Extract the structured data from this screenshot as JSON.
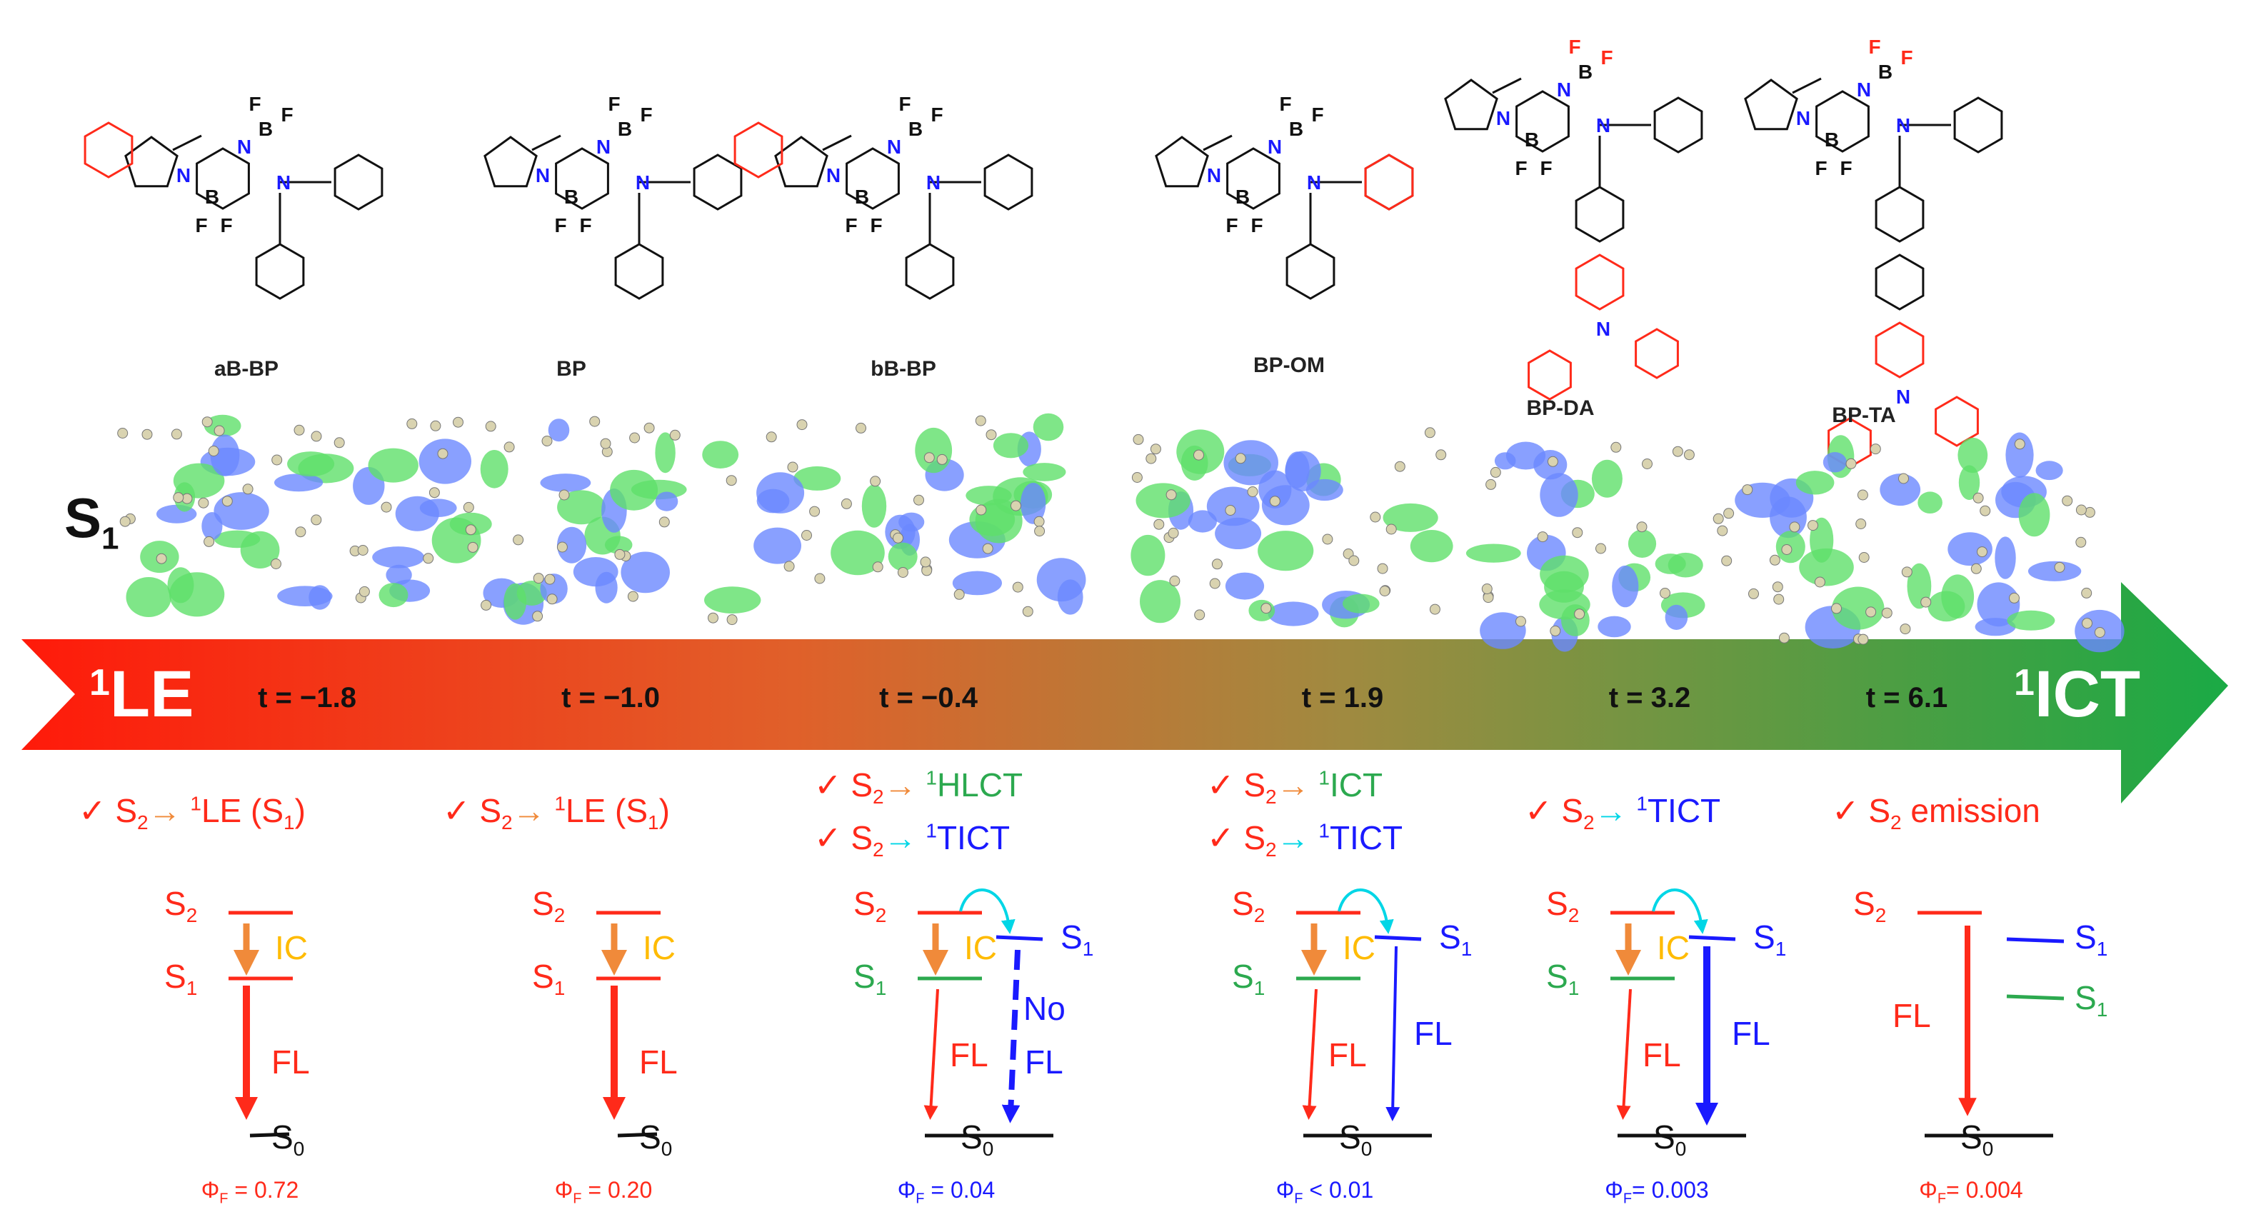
{
  "colors": {
    "red": "#ff2a1a",
    "orange": "#f08a3a",
    "green": "#2ca94f",
    "blue": "#1a1aff",
    "cyan": "#00d6e6",
    "ic_yellow": "#ffbb00",
    "black": "#111111",
    "arrow_start": "#ff1a0a",
    "arrow_end": "#1aaa45",
    "orbital_blue": "#6b88ff",
    "orbital_green": "#5fe06a"
  },
  "molecules": [
    {
      "name": "aB-BP"
    },
    {
      "name": "BP"
    },
    {
      "name": "bB-BP"
    },
    {
      "name": "BP-OM"
    },
    {
      "name": "BP-DA"
    },
    {
      "name": "BP-TA"
    }
  ],
  "structure_atoms": {
    "N": "N",
    "B": "B",
    "F": "F"
  },
  "s1_label": {
    "main": "S",
    "sub": "1"
  },
  "arrow": {
    "start_label": {
      "sup": "1",
      "main": "LE"
    },
    "end_label": {
      "sup": "1",
      "main": "ICT"
    }
  },
  "t_values": [
    "t = −1.8",
    "t = −1.0",
    "t = −0.4",
    "t = 1.9",
    "t = 3.2",
    "t = 6.1"
  ],
  "pathways": [
    [
      {
        "check": "✓",
        "from": "S",
        "from_sub": "2",
        "arrow": "→",
        "to_sup": "1",
        "to": "LE (S",
        "to_sub": "1",
        "tail": ")"
      }
    ],
    [
      {
        "check": "✓",
        "from": "S",
        "from_sub": "2",
        "arrow": "→",
        "to_sup": "1",
        "to": "LE (S",
        "to_sub": "1",
        "tail": ")"
      }
    ],
    [
      {
        "check": "✓",
        "from": "S",
        "from_sub": "2",
        "arrow": "→",
        "to_sup": "1",
        "to": "HLCT"
      },
      {
        "check": "✓",
        "from": "S",
        "from_sub": "2",
        "arrow": "→",
        "to_sup": "1",
        "to": "TICT"
      }
    ],
    [
      {
        "check": "✓",
        "from": "S",
        "from_sub": "2",
        "arrow": "→",
        "to_sup": "1",
        "to": "ICT"
      },
      {
        "check": "✓",
        "from": "S",
        "from_sub": "2",
        "arrow": "→",
        "to_sup": "1",
        "to": "TICT"
      }
    ],
    [
      {
        "check": "✓",
        "from": "S",
        "from_sub": "2",
        "arrow": "→",
        "to_sup": "1",
        "to": "TICT"
      }
    ],
    [
      {
        "check": "✓",
        "from": "S",
        "from_sub": "2",
        "emission": "emission"
      }
    ]
  ],
  "diagram_labels": {
    "s2": {
      "main": "S",
      "sub": "2"
    },
    "s1": {
      "main": "S",
      "sub": "1"
    },
    "s0": {
      "main": "S",
      "sub": "0"
    },
    "ic": "IC",
    "fl": "FL",
    "no": "No"
  },
  "quantum_yields": [
    {
      "symbol": "Φ",
      "sub": "F",
      "text": " = 0.72"
    },
    {
      "symbol": "Φ",
      "sub": "F",
      "text": " = 0.20"
    },
    {
      "symbol": "Φ",
      "sub": "F",
      "text": " = 0.04"
    },
    {
      "symbol": "Φ",
      "sub": "F",
      "text": " < 0.01"
    },
    {
      "symbol": "Φ",
      "sub": "F",
      "text": "= 0.003"
    },
    {
      "symbol": "Φ",
      "sub": "F",
      "text": "= 0.004"
    }
  ]
}
